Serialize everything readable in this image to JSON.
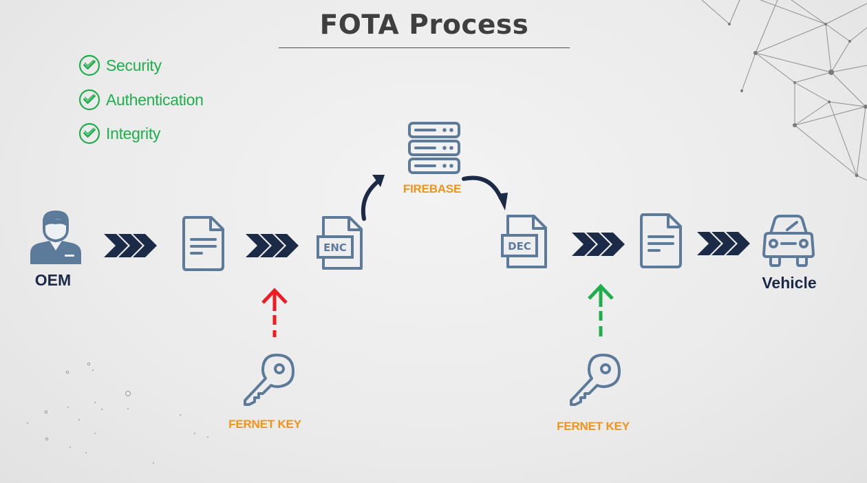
{
  "title": "FOTA Process",
  "features": [
    {
      "label": "Security",
      "icon": "check-circle-icon"
    },
    {
      "label": "Authentication",
      "icon": "check-circle-icon"
    },
    {
      "label": "Integrity",
      "icon": "check-circle-icon"
    }
  ],
  "nodes": {
    "oem": {
      "label": "OEM",
      "icon": "user-icon"
    },
    "plain_file_1": {
      "icon": "document-icon"
    },
    "encrypted_file": {
      "label": "ENC",
      "icon": "file-enc-icon"
    },
    "server": {
      "label": "FIREBASE",
      "icon": "server-icon"
    },
    "decrypted_file": {
      "label": "DEC",
      "icon": "file-dec-icon"
    },
    "plain_file_2": {
      "icon": "document-icon"
    },
    "vehicle": {
      "label": "Vehicle",
      "icon": "car-icon"
    }
  },
  "keys": [
    {
      "label": "FERNET KEY",
      "icon": "key-icon",
      "arrow_color": "#ee1b24"
    },
    {
      "label": "FERNET KEY",
      "icon": "key-icon",
      "arrow_color": "#1fae4b"
    }
  ],
  "colors": {
    "navy": "#1b2a46",
    "icon_steel": "#5c7b9a",
    "check_green": "#1fae4b",
    "orange": "#f0931b",
    "title_gray": "#3f3f3f"
  }
}
